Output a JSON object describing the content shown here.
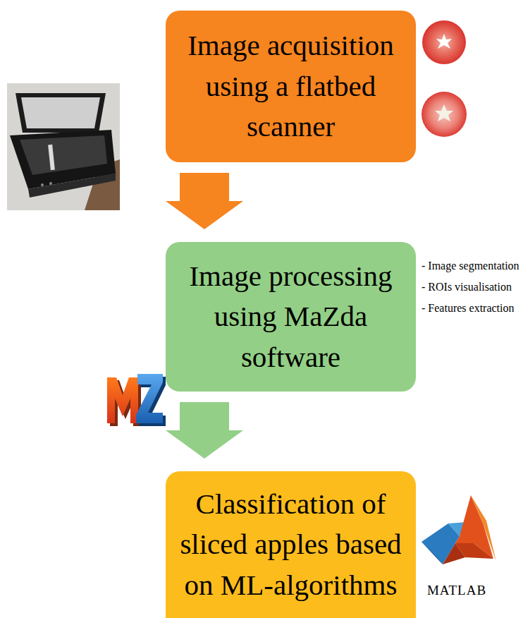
{
  "diagram": {
    "nodes": [
      {
        "text": [
          "Image acquisition using a flatbed scanner"
        ]
      },
      {
        "text": [
          "Image processing using MaZda software"
        ]
      },
      {
        "text": [
          "Classification of sliced apples based on ML-algorithms"
        ]
      }
    ],
    "edges": [
      {
        "from": 0,
        "to": 1,
        "arrow": "to"
      },
      {
        "from": 1,
        "to": 2,
        "arrow": "to"
      }
    ],
    "labels": [
      "- Image segmentation",
      "- ROIs visualisation",
      "- Features extraction",
      "MATLAB"
    ]
  }
}
